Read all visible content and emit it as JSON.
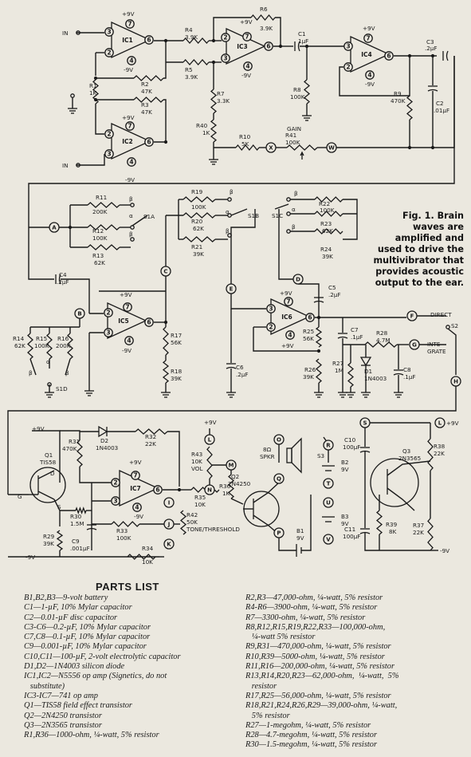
{
  "figure": {
    "caption": "Fig. 1. Brain waves are amplified and used to drive the multivibrator that provides acoustic output to the ear.",
    "inputs": [
      "IN",
      "IN"
    ],
    "supply": [
      "+9V",
      "-9V"
    ],
    "ics": [
      "IC1",
      "IC2",
      "IC3",
      "IC4",
      "IC5",
      "IC6",
      "IC7"
    ],
    "pins": {
      "p2": "2",
      "p3": "3",
      "p4": "4",
      "p6": "6",
      "p7": "7"
    },
    "components": {
      "R1": [
        "R1",
        "1K"
      ],
      "R2": [
        "R2",
        "47K"
      ],
      "R3": [
        "R3",
        "47K"
      ],
      "R4": [
        "R4",
        "3.9K"
      ],
      "R5": [
        "R5",
        "3.9K"
      ],
      "R6": [
        "R6",
        "3.9K"
      ],
      "R7": [
        "R7",
        "3.3K"
      ],
      "R8": [
        "R8",
        "100K"
      ],
      "R9": [
        "R9",
        "470K"
      ],
      "R10": [
        "R10",
        "5K"
      ],
      "R40": [
        "R40",
        "1K"
      ],
      "R41": [
        "GAIN",
        "R41",
        "100K"
      ],
      "C1": [
        "C1",
        "1µF"
      ],
      "C2": [
        "C2",
        ".01µF"
      ],
      "C3": [
        "C3",
        ".2µF"
      ],
      "R11": [
        "R11",
        "200K"
      ],
      "R12": [
        "R12",
        "100K"
      ],
      "R13": [
        "R13",
        "62K"
      ],
      "R19": [
        "R19",
        "100K"
      ],
      "R20": [
        "R20",
        "62K"
      ],
      "R21": [
        "R21",
        "39K"
      ],
      "R22": [
        "R22",
        "100K"
      ],
      "R23": [
        "R23",
        "62K"
      ],
      "R24": [
        "R24",
        "39K"
      ],
      "S1A": "S1A",
      "S1B": "S1B",
      "S1C": "S1C",
      "C4": [
        "C4",
        ".2µF"
      ],
      "R14": [
        "R14",
        "62K"
      ],
      "R15": [
        "R15",
        "100K"
      ],
      "R16": [
        "R16",
        "200K"
      ],
      "S1D": "S1D",
      "R17": [
        "R17",
        "56K"
      ],
      "R18": [
        "R18",
        "39K"
      ],
      "C5": [
        "C5",
        ".2µF"
      ],
      "C6": [
        "C6",
        ".2µF"
      ],
      "R25": [
        "R25",
        "56K"
      ],
      "R26": [
        "R26",
        "39K"
      ],
      "C7": [
        "C7",
        ".1µF"
      ],
      "R28": [
        "R28",
        "4.7M"
      ],
      "R27": [
        "R27",
        "1M"
      ],
      "D1": [
        "D1",
        "1N4003"
      ],
      "C8": [
        "C8",
        ".1µF"
      ],
      "S2": [
        "DIRECT",
        "S2",
        "INTE-",
        "GRATE"
      ],
      "Q1": [
        "Q1",
        "TIS58"
      ],
      "R31": [
        "R31",
        "470K"
      ],
      "D2": [
        "D2",
        "1N4003"
      ],
      "R32": [
        "R32",
        "22K"
      ],
      "R30": [
        "R30",
        "1.5M"
      ],
      "R29": [
        "R29",
        "39K"
      ],
      "C9": [
        "C9",
        ".001µF"
      ],
      "R33": [
        "R33",
        "100K"
      ],
      "R34": [
        "R34",
        "10K"
      ],
      "R35": [
        "R35",
        "10K"
      ],
      "R43": [
        "R43",
        "10K",
        "VOL"
      ],
      "R36": [
        "R36",
        "1K"
      ],
      "R42": [
        "R42",
        "50K",
        "TONE/THRESHOLD"
      ],
      "Q2": [
        "Q2",
        "2N4250"
      ],
      "SPKR": [
        "8Ω",
        "SPKR"
      ],
      "B1": [
        "B1",
        "9V"
      ],
      "S3": "S3",
      "B2": [
        "B2",
        "9V"
      ],
      "B3": [
        "B3",
        "9V"
      ],
      "C10": [
        "C10",
        "100µF"
      ],
      "C11": [
        "C11",
        "100µF"
      ],
      "Q3": [
        "Q3",
        "2N3565"
      ],
      "R38": [
        "R38",
        "22K"
      ],
      "R39": [
        "R39",
        "8K"
      ],
      "R37": [
        "R37",
        "22K"
      ]
    },
    "switch_positions": [
      "β",
      "α",
      "β",
      "α",
      "β",
      "α",
      "β",
      "α"
    ],
    "nodes": [
      "A",
      "B",
      "C",
      "D",
      "E",
      "F",
      "G",
      "H",
      "I",
      "J",
      "K",
      "L",
      "M",
      "N",
      "O",
      "P",
      "Q",
      "R",
      "S",
      "T",
      "U",
      "V",
      "W",
      "X"
    ]
  },
  "parts_list": {
    "title": "PARTS LIST",
    "left": [
      "B1,B2,B3—9-volt battery",
      "C1—1-µF, 10% Mylar capacitor",
      "C2—0.01-µF disc capacitor",
      "C3-C6—0.2-µF, 10% Mylar capacitor",
      "C7,C8—0.1-µF, 10% Mylar capacitor",
      "C9—0.001-µF, 10% Mylar capacitor",
      "C10,C11—100-µF, 2-volt electrolytic capacitor",
      "D1,D2—1N4003 silicon diode",
      "IC1,IC2—N5556 op amp (Signetics, do not",
      "   substitute)",
      "IC3-IC7—741 op amp",
      "Q1—TIS58 field effect transistor",
      "Q2—2N4250 transistor",
      "Q3—2N3565 transistor",
      "R1,R36—1000-ohm, ¼-watt, 5% resistor"
    ],
    "right": [
      "R2,R3—47,000-ohm, ¼-watt, 5% resistor",
      "R4-R6—3900-ohm, ¼-watt, 5% resistor",
      "R7—3300-ohm, ¼-watt, 5% resistor",
      "R8,R12,R15,R19,R22,R33—100,000-ohm,",
      "   ¼-watt 5% resistor",
      "R9,R31—470,000-ohm, ¼-watt, 5% resistor",
      "R10,R39—5000-ohm, ¼-watt, 5% resistor",
      "R11,R16—200,000-ohm, ¼-watt, 5% resistor",
      "R13,R14,R20,R23—62,000-ohm,  ¼-watt,  5%",
      "   resistor",
      "R17,R25—56,000-ohm, ¼-watt, 5% resistor",
      "R18,R21,R24,R26,R29—39,000-ohm, ¼-watt,",
      "   5% resistor",
      "R27—1-megohm, ¼-watt, 5% resistor",
      "R28—4.7-megohm, ¼-watt, 5% resistor",
      "R30—1.5-megohm, ¼-watt, 5% resistor"
    ]
  }
}
